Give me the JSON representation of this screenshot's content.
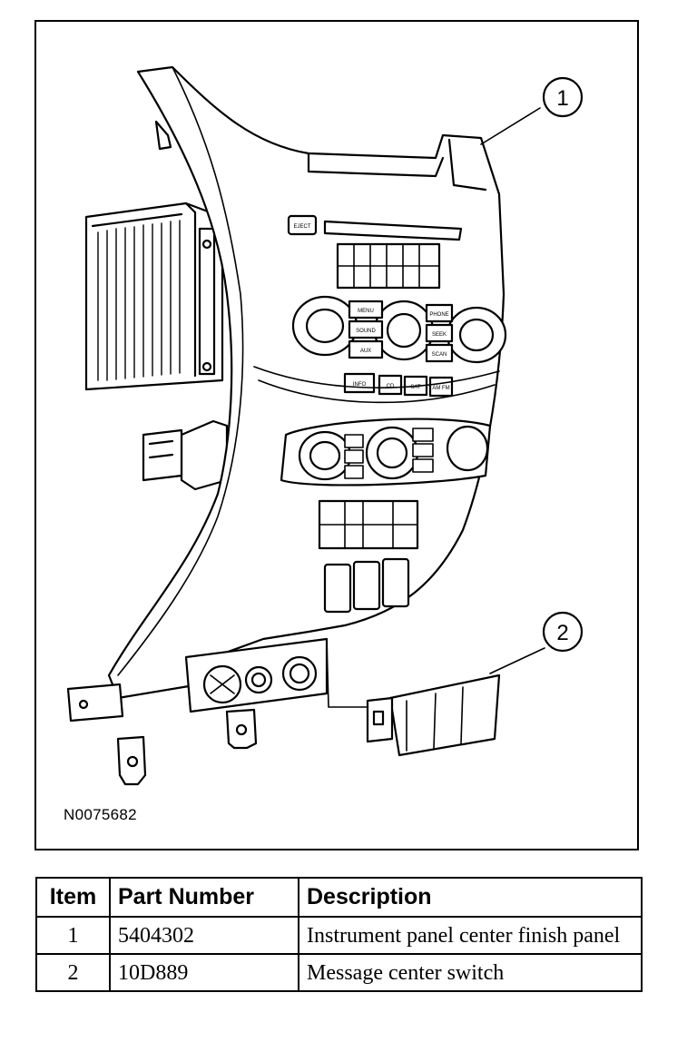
{
  "figure": {
    "id": "N0075682",
    "callouts": [
      "1",
      "2"
    ],
    "panel_labels": {
      "eject": "EJECT",
      "menu": "MENU",
      "aux": "AUX",
      "sound": "SOUND",
      "phone": "PHONE",
      "seek": "SEEK",
      "scan": "SCAN",
      "info": "INFO",
      "cd": "CD",
      "sat": "SAT",
      "am_fm": "AM FM"
    }
  },
  "table": {
    "headers": [
      "Item",
      "Part Number",
      "Description"
    ],
    "rows": [
      {
        "item": "1",
        "part_number": "5404302",
        "description": "Instrument panel center finish panel"
      },
      {
        "item": "2",
        "part_number": "10D889",
        "description": "Message center switch"
      }
    ]
  }
}
